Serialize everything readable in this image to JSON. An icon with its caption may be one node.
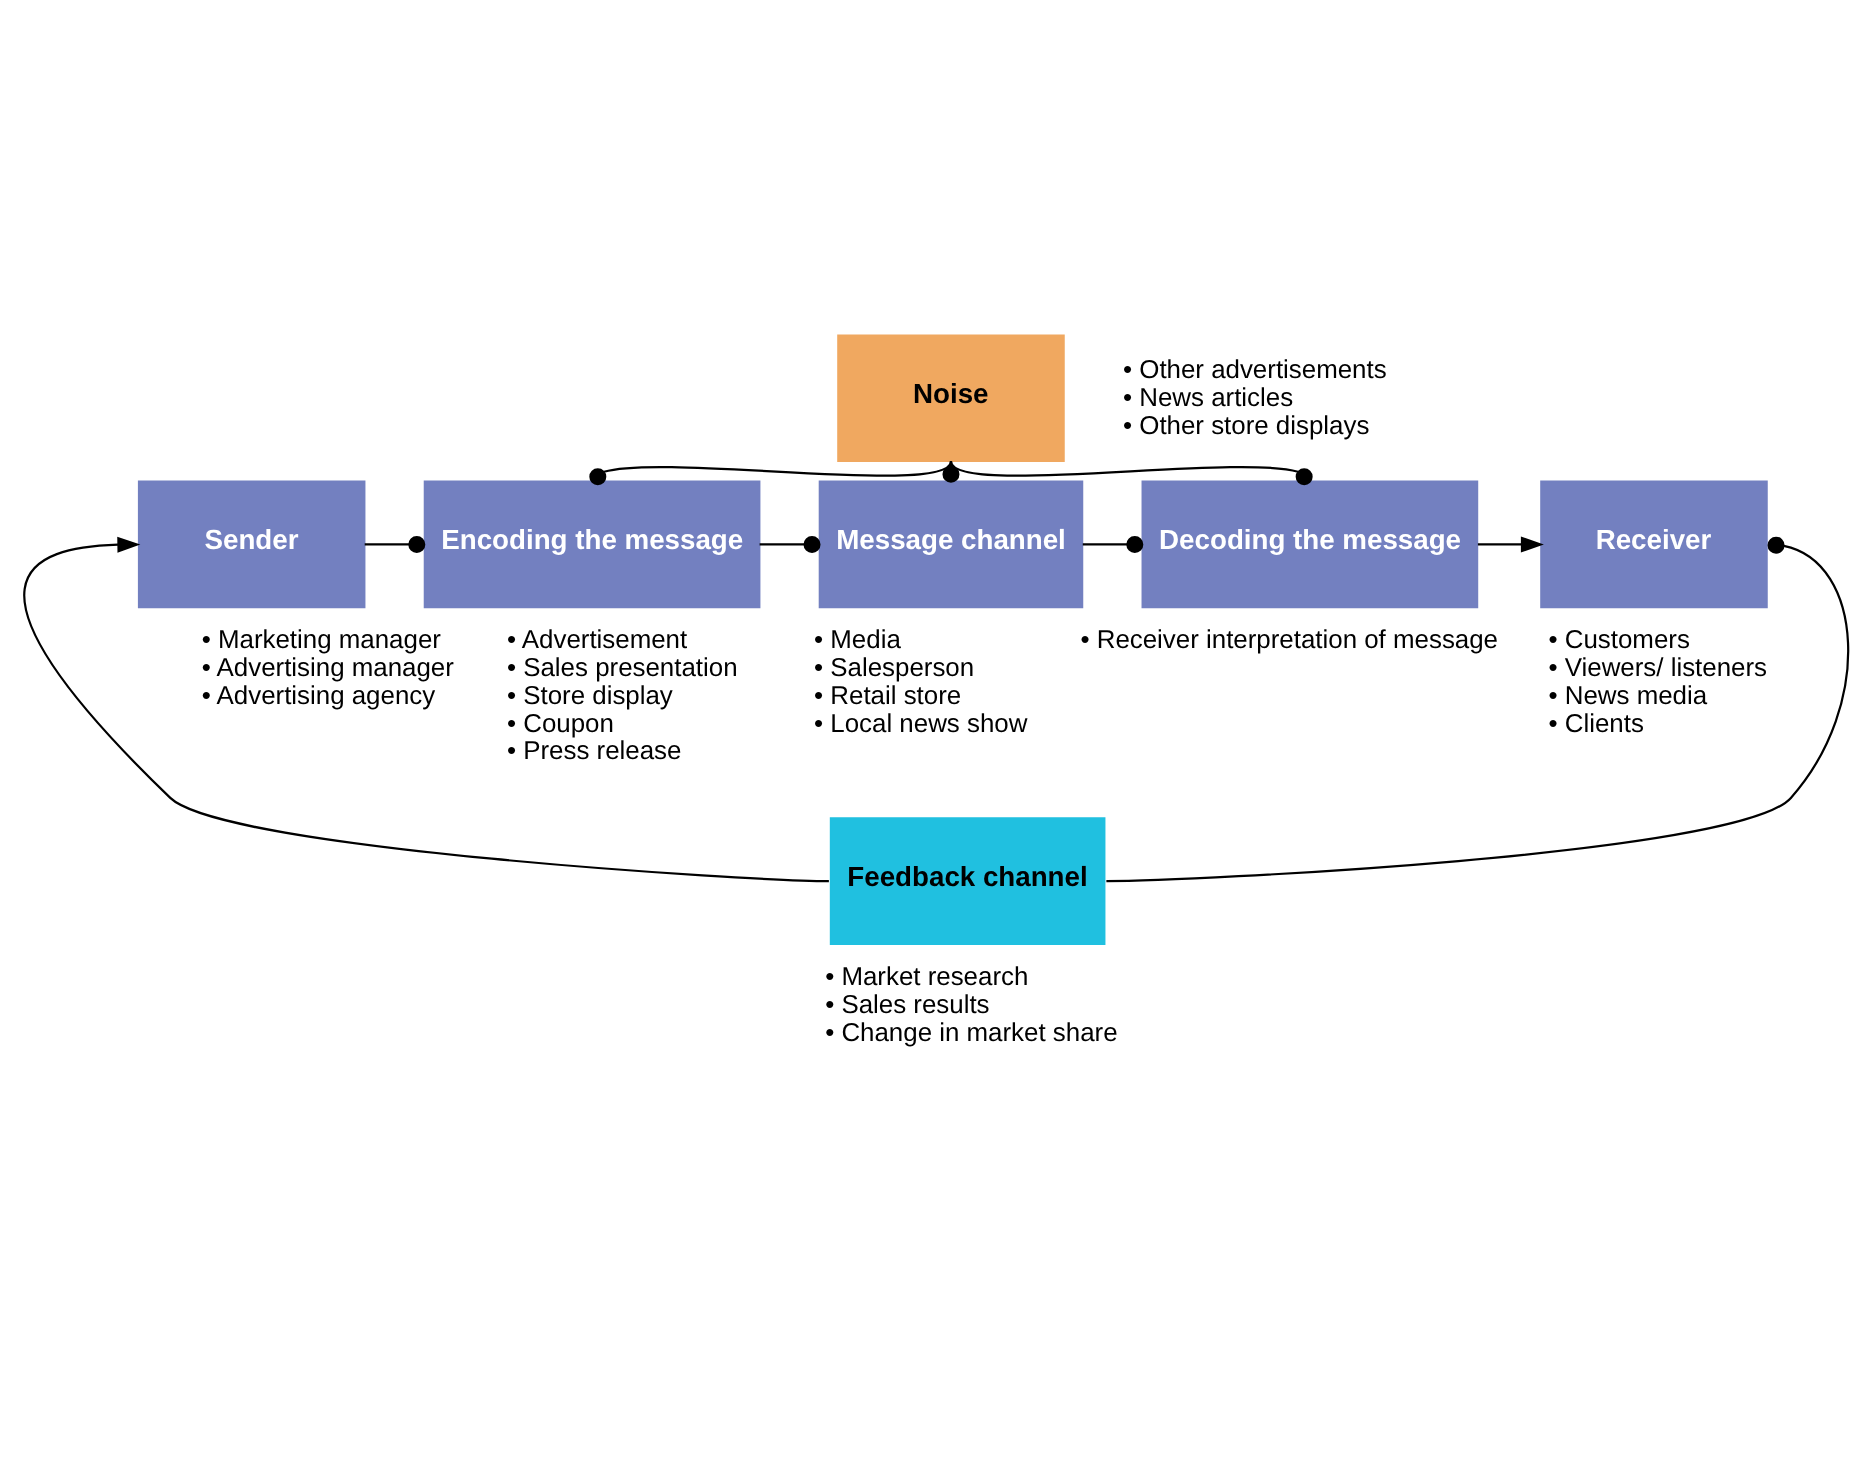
{
  "diagram": {
    "nodes": [
      {
        "text": [
          "Noise"
        ],
        "beside": [
          "• Other advertisements",
          "• News articles",
          "• Other store displays"
        ]
      },
      {
        "text": [
          "Sender"
        ],
        "beside": [
          "• Marketing manager",
          "• Advertising manager",
          "• Advertising agency"
        ]
      },
      {
        "text": [
          "Encoding the message"
        ],
        "beside": [
          "• Advertisement",
          "• Sales presentation",
          "• Store display",
          "• Coupon",
          "• Press release"
        ]
      },
      {
        "text": [
          "Message channel"
        ],
        "beside": [
          "• Media",
          "• Salesperson",
          "• Retail store",
          "• Local news show"
        ]
      },
      {
        "text": [
          "Decoding the message"
        ],
        "beside": [
          "• Receiver interpretation of message"
        ]
      },
      {
        "text": [
          "Receiver"
        ],
        "beside": [
          "• Customers",
          "• Viewers/ listeners",
          "• News media",
          "• Clients"
        ]
      },
      {
        "text": [
          "Feedback channel"
        ],
        "beside": [
          "• Market research",
          "• Sales results",
          "• Change in market share"
        ]
      }
    ],
    "edges": [
      {
        "from": 0,
        "to": 2,
        "arrow": "other"
      },
      {
        "from": 0,
        "to": 3,
        "arrow": "other"
      },
      {
        "from": 0,
        "to": 4,
        "arrow": "other"
      },
      {
        "from": 1,
        "to": 2,
        "arrow": "other"
      },
      {
        "from": 2,
        "to": 3,
        "arrow": "other"
      },
      {
        "from": 3,
        "to": 4,
        "arrow": "other"
      },
      {
        "from": 4,
        "to": 5,
        "arrow": "to"
      },
      {
        "from": 6,
        "to": 5,
        "arrow": "other"
      },
      {
        "from": 6,
        "to": 1,
        "arrow": "to"
      }
    ]
  }
}
